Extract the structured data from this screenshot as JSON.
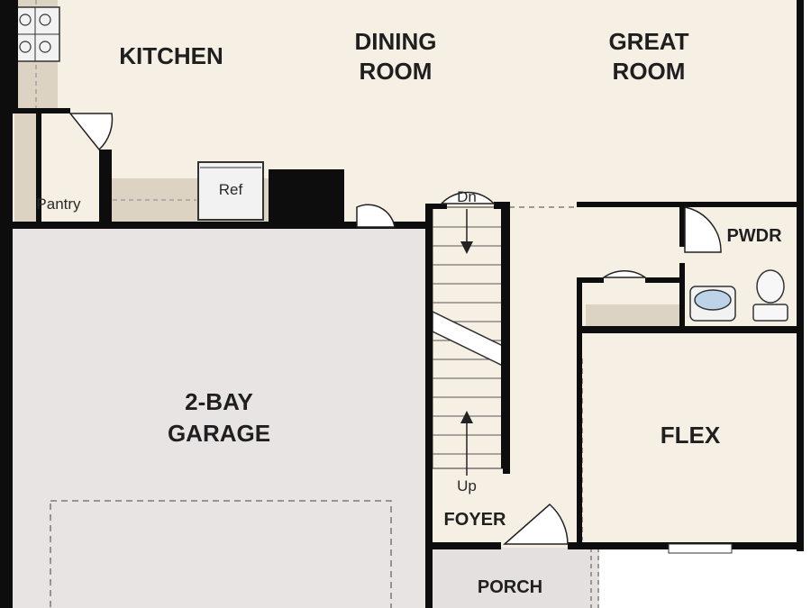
{
  "rooms": {
    "kitchen": "KITCHEN",
    "dining_line1": "DINING",
    "dining_line2": "ROOM",
    "great_line1": "GREAT",
    "great_line2": "ROOM",
    "garage_line1": "2-BAY",
    "garage_line2": "GARAGE",
    "flex": "FLEX",
    "foyer": "FOYER",
    "porch": "PORCH",
    "pwdr": "PWDR",
    "pantry": "Pantry",
    "ref": "Ref"
  },
  "stairs": {
    "down": "Dn",
    "up": "Up"
  },
  "colors": {
    "floor": "#f6efe4",
    "garage": "#e8e4e4",
    "porch": "#e4e0df",
    "counter": "#ddd3c2",
    "wall": "#0d0d0d",
    "outside": "#ffffff"
  }
}
